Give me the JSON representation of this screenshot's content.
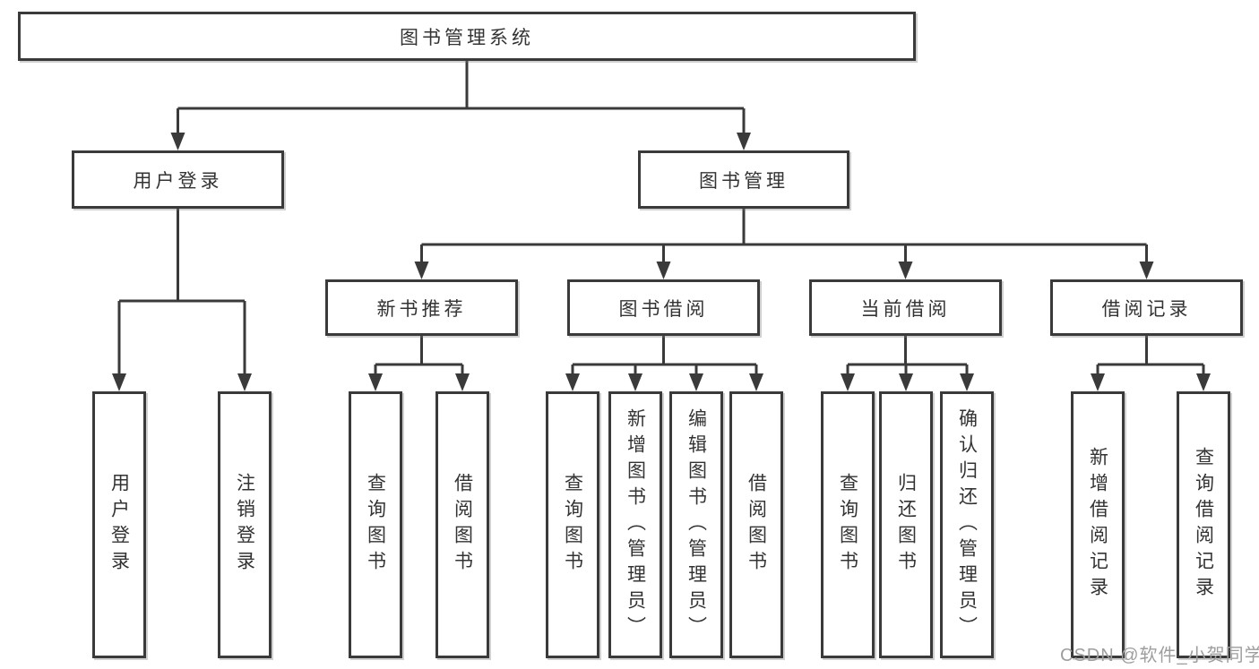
{
  "diagram": {
    "type": "tree",
    "title": "图书管理系统",
    "colors": {
      "line": "#3a3a3a",
      "text": "#333333",
      "watermark": "#9e9e9e",
      "background": "#ffffff"
    },
    "tree": {
      "label": "图书管理系统",
      "children": [
        {
          "label": "用户登录",
          "children": [
            {
              "label": "用户登录"
            },
            {
              "label": "注销登录"
            }
          ]
        },
        {
          "label": "图书管理",
          "children": [
            {
              "label": "新书推荐",
              "children": [
                {
                  "label": "查询图书"
                },
                {
                  "label": "借阅图书"
                }
              ]
            },
            {
              "label": "图书借阅",
              "children": [
                {
                  "label": "查询图书"
                },
                {
                  "label": "新增图书（管理员）"
                },
                {
                  "label": "编辑图书（管理员）"
                },
                {
                  "label": "借阅图书"
                }
              ]
            },
            {
              "label": "当前借阅",
              "children": [
                {
                  "label": "查询图书"
                },
                {
                  "label": "归还图书"
                },
                {
                  "label": "确认归还（管理员）"
                }
              ]
            },
            {
              "label": "借阅记录",
              "children": [
                {
                  "label": "新增借阅记录"
                },
                {
                  "label": "查询借阅记录"
                }
              ]
            }
          ]
        }
      ]
    }
  },
  "watermark": {
    "text": "CSDN @软件_小贺同学"
  }
}
